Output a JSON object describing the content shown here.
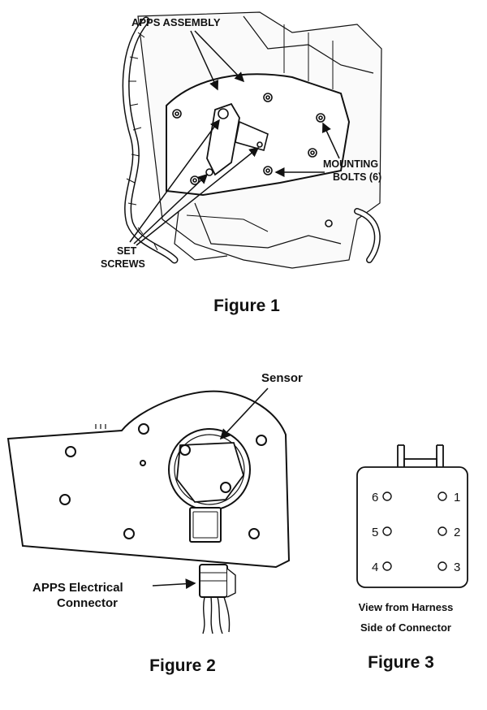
{
  "figure1": {
    "caption": "Figure 1",
    "label_apps_assembly": "APPS ASSEMBLY",
    "label_mounting_line1": "MOUNTING",
    "label_mounting_line2": "BOLTS (6)",
    "label_set_line1": "SET",
    "label_set_line2": "SCREWS"
  },
  "figure2": {
    "caption": "Figure 2",
    "label_sensor": "Sensor",
    "label_connector_line1": "APPS Electrical",
    "label_connector_line2": "Connector"
  },
  "figure3": {
    "caption": "Figure 3",
    "pins_left": [
      "6",
      "5",
      "4"
    ],
    "pins_right": [
      "1",
      "2",
      "3"
    ],
    "note_line1": "View from Harness",
    "note_line2": "Side of Connector"
  }
}
